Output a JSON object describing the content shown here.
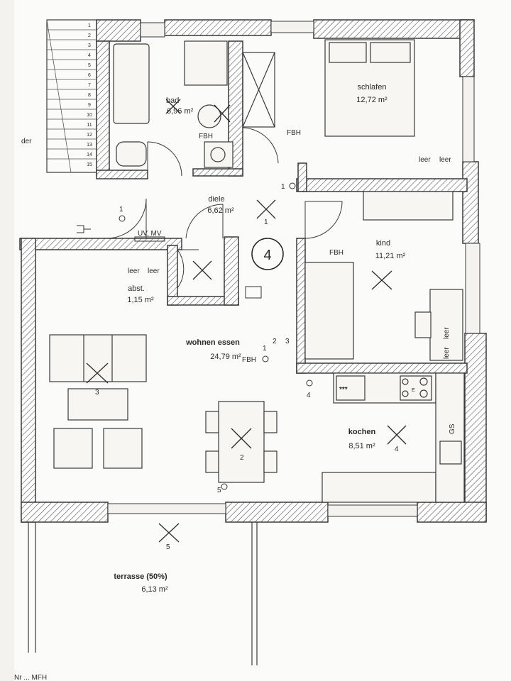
{
  "unit_number": "4",
  "rooms": {
    "bad": {
      "name": "bad",
      "area": "6,96 m²"
    },
    "schlafen": {
      "name": "schlafen",
      "area": "12,72 m²"
    },
    "diele": {
      "name": "diele",
      "area": "6,62 m²"
    },
    "kind": {
      "name": "kind",
      "area": "11,21 m²"
    },
    "abst": {
      "name": "abst.",
      "area": "1,15 m²"
    },
    "wohnen": {
      "name": "wohnen essen",
      "area": "24,79 m²"
    },
    "kochen": {
      "name": "kochen",
      "area": "8,51 m²"
    },
    "terrasse": {
      "name": "terrasse (50%)",
      "area": "6,13 m²"
    }
  },
  "labels": {
    "fbh": "FBH",
    "leer": "leer",
    "uv_mv": "UV, MV",
    "gs": "GS",
    "der": "der",
    "hob": "***",
    "oven": "E"
  },
  "numbers": {
    "n1": "1",
    "n2": "2",
    "n3": "3",
    "n4": "4",
    "n5": "5",
    "stairs": [
      "1",
      "2",
      "3",
      "4",
      "5",
      "6",
      "7",
      "8",
      "9",
      "10",
      "11",
      "12",
      "13",
      "14",
      "15"
    ]
  },
  "footer_text": "Nr ... MFH"
}
